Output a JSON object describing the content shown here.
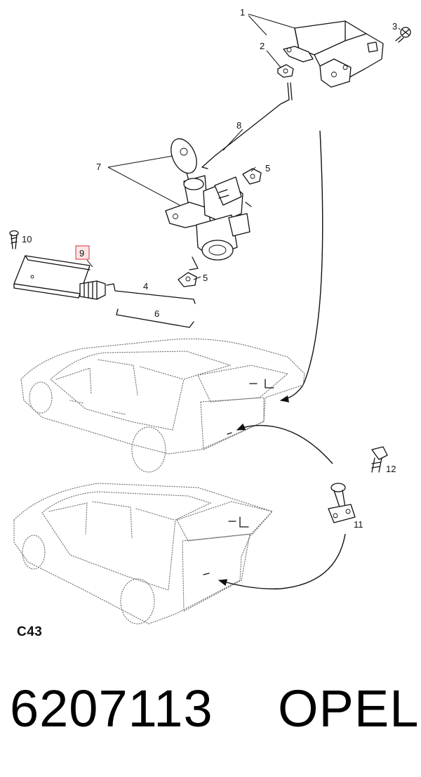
{
  "diagram": {
    "callouts": [
      {
        "id": "1",
        "text": "1"
      },
      {
        "id": "2",
        "text": "2"
      },
      {
        "id": "3",
        "text": "3"
      },
      {
        "id": "4",
        "text": "4"
      },
      {
        "id": "5a",
        "text": "5"
      },
      {
        "id": "5b",
        "text": "5"
      },
      {
        "id": "6",
        "text": "6"
      },
      {
        "id": "7",
        "text": "7"
      },
      {
        "id": "8",
        "text": "8"
      },
      {
        "id": "9",
        "text": "9"
      },
      {
        "id": "10",
        "text": "10"
      },
      {
        "id": "11",
        "text": "11"
      },
      {
        "id": "12",
        "text": "12"
      }
    ],
    "highlight_color": "#e0525a",
    "figure_code": "C43"
  },
  "footer": {
    "part_number": "6207113",
    "brand": "OPEL"
  }
}
